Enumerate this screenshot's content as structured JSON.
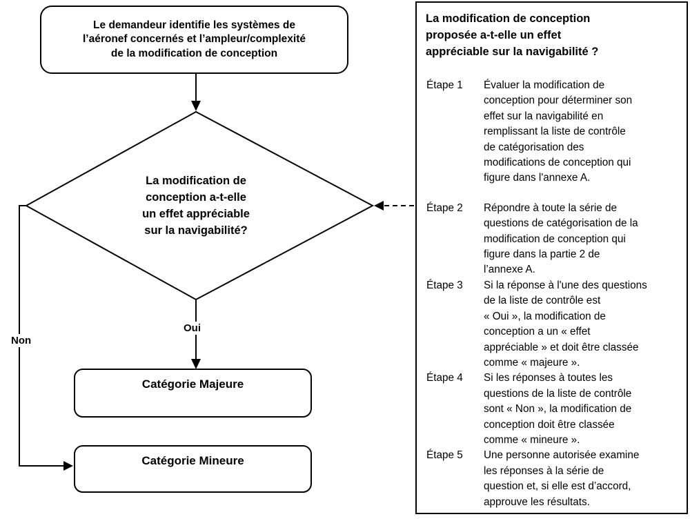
{
  "colors": {
    "line": "#000000",
    "background": "#ffffff",
    "text": "#000000"
  },
  "flowchart": {
    "start_box": "Le demandeur identifie les systèmes de\nl’aéronef concernés et l’ampleur/complexité\nde la modification de conception",
    "decision": "La modification de\nconception a-t-elle\nun effet appréciable\nsur la navigabilité?",
    "yes_label": "Oui",
    "no_label": "Non",
    "major_category": "Catégorie Majeure",
    "minor_category": "Catégorie Mineure"
  },
  "panel": {
    "title": "La modification de conception\nproposée a-t-elle un effet\nappréciable sur la navigabilité ?",
    "steps": [
      {
        "label": "Étape 1",
        "text": "Évaluer la modification de\nconception pour déterminer son\neffet sur la navigabilité en\nremplissant la liste de contrôle\nde catégorisation des\nmodifications de conception qui\nfigure dans l'annexe A."
      },
      {
        "label": "Étape 2",
        "text": "Répondre à toute la série de\nquestions de catégorisation de la\nmodification de conception qui\nfigure dans la partie 2 de\nl’annexe A."
      },
      {
        "label": "Étape 3",
        "text": "Si la réponse à l'une des questions\nde la liste de contrôle est\n« Oui », la modification de\nconception a un « effet\nappréciable » et doit être classée\ncomme « majeure »."
      },
      {
        "label": "Étape 4",
        "text": "Si les réponses à toutes les\nquestions de la liste de contrôle\nsont « Non », la modification de\nconception doit être classée\ncomme « mineure »."
      },
      {
        "label": "Étape 5",
        "text": "Une personne autorisée examine\nles réponses à la série de\nquestion et, si elle est d’accord,\napprouve les résultats."
      }
    ]
  }
}
